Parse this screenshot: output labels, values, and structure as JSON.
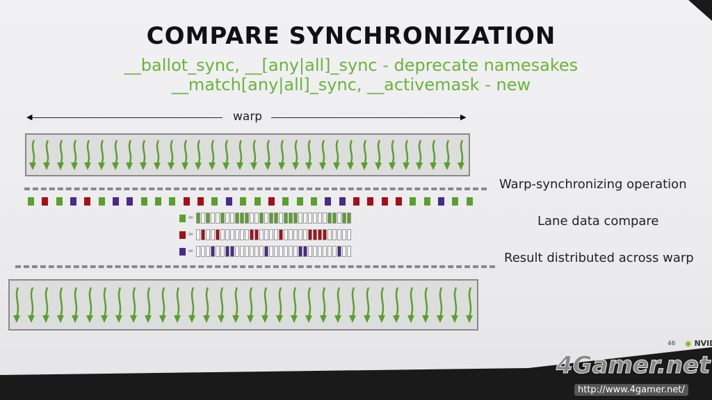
{
  "title": "COMPARE SYNCHRONIZATION",
  "subtitle1": "__ballot_sync, __[any|all]_sync - deprecate namesakes",
  "subtitle2": "__match[any|all]_sync, __activemask - new",
  "warp_label": "warp",
  "labels": {
    "op": "Warp-synchronizing operation",
    "compare": "Lane data compare",
    "result": "Result distributed across warp"
  },
  "colors": {
    "G": "#5aa02c",
    "R": "#a50f17",
    "P": "#4a2a8a"
  },
  "lanes": [
    "G",
    "R",
    "G",
    "P",
    "R",
    "G",
    "P",
    "P",
    "G",
    "G",
    "G",
    "R",
    "R",
    "G",
    "P",
    "G",
    "G",
    "R",
    "G",
    "G",
    "G",
    "P",
    "P",
    "R",
    "R",
    "R",
    "R",
    "G",
    "G",
    "P",
    "G",
    "G"
  ],
  "compare_keys": [
    "G",
    "R",
    "P"
  ],
  "eq": "=",
  "page_number": "46",
  "logo_text": "NVID",
  "watermark": "4Gamer.net",
  "watermark_url": "http://www.4gamer.net/"
}
